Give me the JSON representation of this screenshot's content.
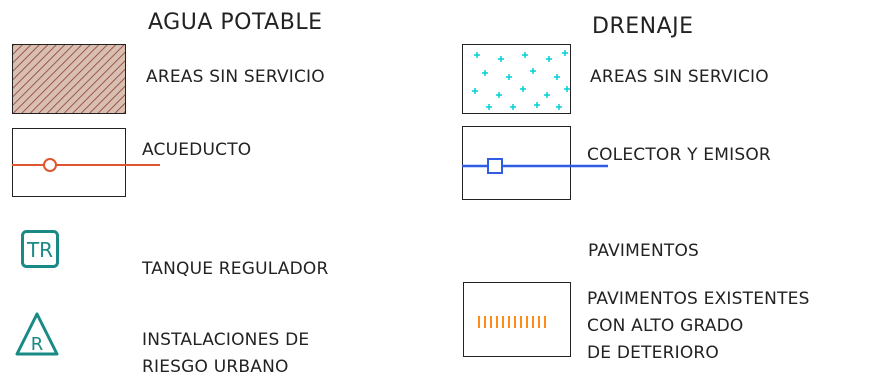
{
  "colors": {
    "ink": "#222222",
    "hatch": "#8b3a2e",
    "hatch_bg": "#d8bfb2",
    "aqueduct": "#e0562c",
    "collector": "#2f5de6",
    "cyan_cross": "#00d0d8",
    "teal_symbol": "#1a8a86",
    "pavement": "#ff8c1a"
  },
  "left": {
    "header": "AGUA POTABLE",
    "items": [
      {
        "label": "AREAS SIN SERVICIO",
        "icon": "diagonal-hatch-swatch"
      },
      {
        "label": "ACUEDUCTO",
        "icon": "aqueduct-line-with-circle-node"
      },
      {
        "label": "TANQUE REGULADOR",
        "icon": "tr-tank-icon",
        "icon_text": "TR"
      },
      {
        "label_lines": [
          "INSTALACIONES DE",
          "RIESGO URBANO"
        ],
        "icon": "r-triangle-icon",
        "icon_text": "R"
      }
    ]
  },
  "right": {
    "header": "DRENAJE",
    "items": [
      {
        "label": "AREAS SIN SERVICIO",
        "icon": "cyan-cross-swatch"
      },
      {
        "label": "COLECTOR Y EMISOR",
        "icon": "collector-line-with-square-node"
      }
    ],
    "pavement": {
      "header": "PAVIMENTOS",
      "label_lines": [
        "PAVIMENTOS EXISTENTES",
        "CON ALTO GRADO",
        "DE DETERIORO"
      ],
      "icon": "orange-tick-pattern"
    }
  }
}
